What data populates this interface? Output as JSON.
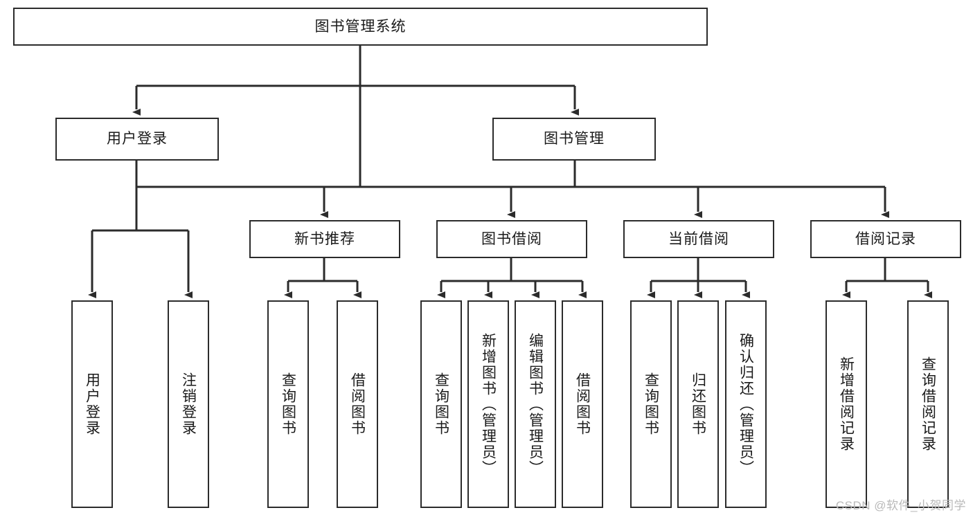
{
  "diagram": {
    "type": "tree-hierarchy-functional-decomposition",
    "root": {
      "label": "图书管理系统"
    },
    "level2": [
      {
        "label": "用户登录"
      },
      {
        "label": "图书管理"
      }
    ],
    "level3": [
      {
        "label": "新书推荐"
      },
      {
        "label": "图书借阅"
      },
      {
        "label": "当前借阅"
      },
      {
        "label": "借阅记录"
      }
    ],
    "leaves": {
      "user_login": [
        {
          "label": "用户登录"
        },
        {
          "label": "注销登录"
        }
      ],
      "new_book_recommend": [
        {
          "label": "查询图书"
        },
        {
          "label": "借阅图书"
        }
      ],
      "book_borrow": [
        {
          "label": "查询图书"
        },
        {
          "label": "新增图书（管理员）"
        },
        {
          "label": "编辑图书（管理员）"
        },
        {
          "label": "借阅图书"
        }
      ],
      "current_borrow": [
        {
          "label": "查询图书"
        },
        {
          "label": "归还图书"
        },
        {
          "label": "确认归还（管理员）"
        }
      ],
      "borrow_record": [
        {
          "label": "新增借阅记录"
        },
        {
          "label": "查询借阅记录"
        }
      ]
    }
  },
  "watermark": {
    "text": "CSDN @软件_小贺同学"
  },
  "colors": {
    "border": "#2b2b2b",
    "background": "#ffffff",
    "text": "#1a1a1a",
    "watermark": "#b9b9b9"
  }
}
